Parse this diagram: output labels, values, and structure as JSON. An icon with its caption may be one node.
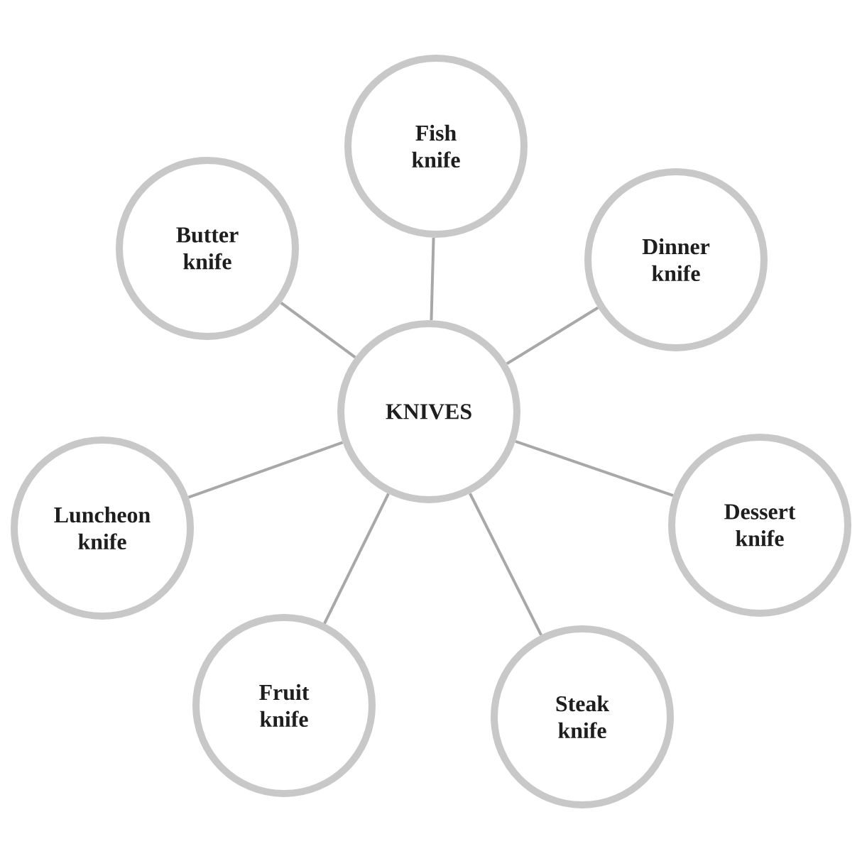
{
  "diagram": {
    "nodes": [
      {
        "text": [
          "KNIVES"
        ]
      },
      {
        "text": [
          "Fish knife"
        ]
      },
      {
        "text": [
          "Dinner knife"
        ]
      },
      {
        "text": [
          "Dessert knife"
        ]
      },
      {
        "text": [
          "Steak knife"
        ]
      },
      {
        "text": [
          "Fruit knife"
        ]
      },
      {
        "text": [
          "Luncheon knife"
        ]
      },
      {
        "text": [
          "Butter knife"
        ]
      }
    ],
    "edges": [
      {
        "from": 0,
        "to": 1,
        "arrow": "none"
      },
      {
        "from": 0,
        "to": 2,
        "arrow": "none"
      },
      {
        "from": 0,
        "to": 3,
        "arrow": "none"
      },
      {
        "from": 0,
        "to": 4,
        "arrow": "none"
      },
      {
        "from": 0,
        "to": 5,
        "arrow": "none"
      },
      {
        "from": 0,
        "to": 6,
        "arrow": "none"
      },
      {
        "from": 0,
        "to": 7,
        "arrow": "none"
      }
    ]
  }
}
